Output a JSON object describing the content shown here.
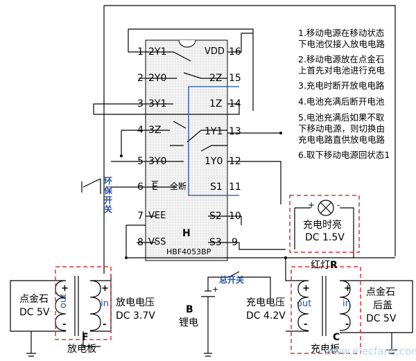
{
  "chip": {
    "part": "HBF4053BP",
    "letter": "H",
    "left_pins": [
      {
        "num": "1",
        "name": "2Y1"
      },
      {
        "num": "2",
        "name": "2Y0"
      },
      {
        "num": "3",
        "name": "3Y1"
      },
      {
        "num": "4",
        "name": "3Z"
      },
      {
        "num": "5",
        "name": "3Y0"
      },
      {
        "num": "6",
        "name": "E"
      },
      {
        "num": "7",
        "name": "VEE"
      },
      {
        "num": "8",
        "name": "VSS"
      }
    ],
    "right_pins": [
      {
        "num": "16",
        "name": "VDD"
      },
      {
        "num": "15",
        "name": "2Z"
      },
      {
        "num": "14",
        "name": "1Z"
      },
      {
        "num": "13",
        "name": "1Y1"
      },
      {
        "num": "12",
        "name": "1Y0"
      },
      {
        "num": "11",
        "name": "S1"
      },
      {
        "num": "10",
        "name": "S2"
      },
      {
        "num": "9",
        "name": "S3"
      }
    ],
    "disable_label": "全断"
  },
  "notes": [
    "1.移动电源在移动状态下电池仅接入放电电路",
    "2.移动电源放在点金石上首先对电池进行充电",
    "3.充电时断开放电电路",
    "4.电池充满后断开电池",
    "5.电池充满后如果不取下移动电源，则切换由充电电路直供放电电路",
    "6.取下移动电源回状态1"
  ],
  "notes_lines": [
    [
      "1.移动电源在移动状态",
      "下电池仅接入放电电路"
    ],
    [
      "2.移动电源放在点金石",
      "上首先对电池进行充电"
    ],
    [
      "3.充电时断开放电电路"
    ],
    [
      "4.电池充满后断开电池"
    ],
    [
      "5.电池充满后如果不取",
      "下移动电源，则切换由",
      "充电电路直供放电电路"
    ],
    [
      "6.取下移动电源回状态1"
    ]
  ],
  "labels": {
    "eco_switch": "环保开关",
    "main_switch": "总开关",
    "charge_lamp": [
      "充电时亮",
      "DC 1.5V"
    ],
    "red_light": "红灯",
    "red_letter": "R",
    "left_source": [
      "点金石",
      "DC 5V"
    ],
    "right_source": [
      "点金石",
      "后盖",
      "DC 5V"
    ],
    "discharge_v": [
      "放电电压",
      "DC 3.7V"
    ],
    "charge_v": [
      "充电电压",
      "DC 4.2V"
    ],
    "battery_letter": "B",
    "battery_name": "锂电",
    "discharge_board": "放电板",
    "discharge_letter": "F",
    "charge_board": "充电板",
    "charge_letter": "C",
    "out": "out",
    "in": "in",
    "plus": "+",
    "minus": "-",
    "watermark": "www.elecfans.com",
    "lamp_plus": "+",
    "lamp_minus": "-"
  },
  "colors": {
    "blue_trace": "#1f4fa8",
    "red_box": "#e03030",
    "chip_fill": "#ececec"
  }
}
